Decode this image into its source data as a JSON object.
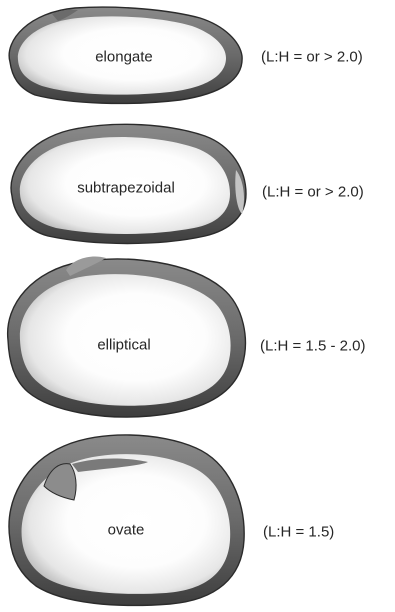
{
  "shell_shapes": [
    {
      "name": "elongate",
      "ratio": "(L:H = or > 2.0)"
    },
    {
      "name": "subtrapezoidal",
      "ratio": "(L:H = or > 2.0)"
    },
    {
      "name": "elliptical",
      "ratio": "(L:H = 1.5 - 2.0)"
    },
    {
      "name": "ovate",
      "ratio": "(L:H = 1.5)"
    }
  ],
  "colors": {
    "shell_fill": "#ffffff",
    "shell_shadow": "#5e5e5e",
    "shell_outline": "#2b2b2b",
    "text": "#262626"
  }
}
